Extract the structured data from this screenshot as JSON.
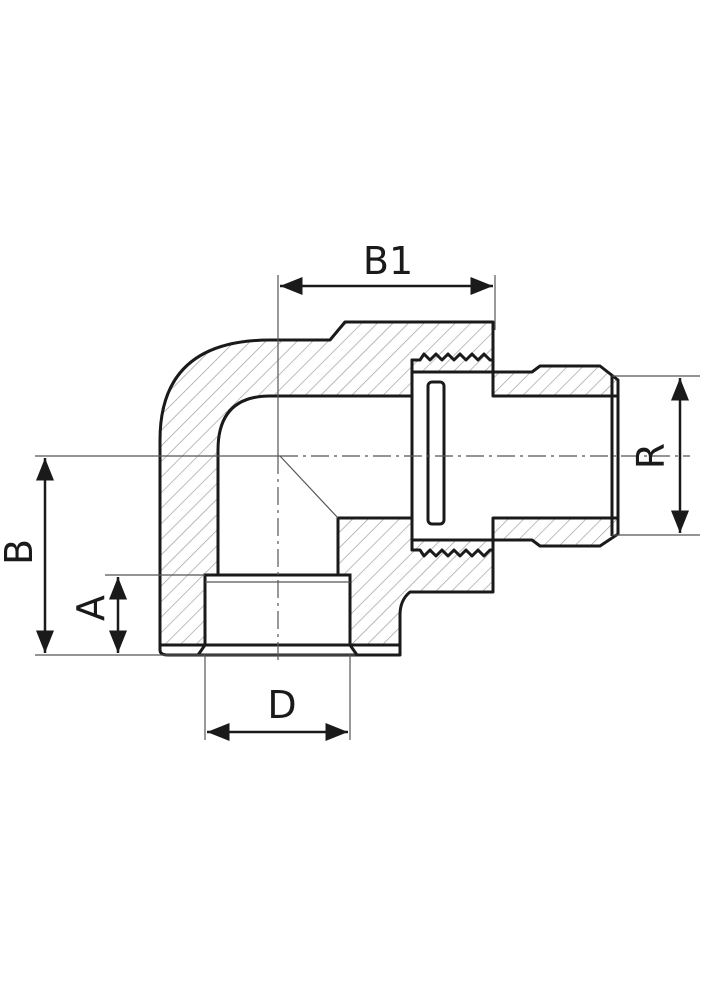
{
  "labels": {
    "b1": "B1",
    "b": "B",
    "a": "A",
    "d": "D",
    "r": "R"
  }
}
